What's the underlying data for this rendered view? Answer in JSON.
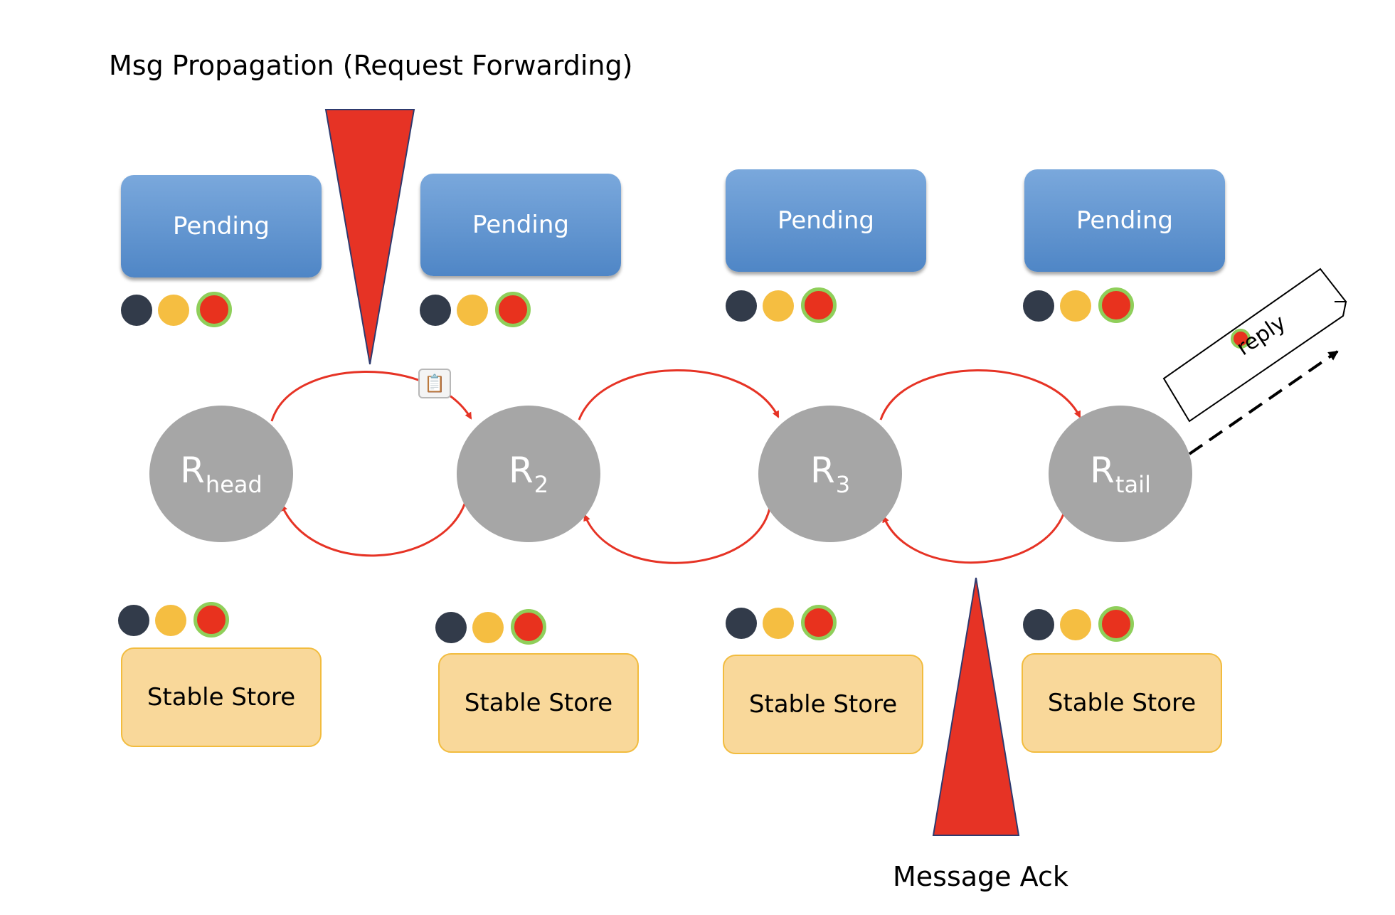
{
  "titles": {
    "propagation": "Msg Propagation (Request Forwarding)",
    "ack": "Message Ack"
  },
  "nodes": [
    {
      "base": "R",
      "sub": "head"
    },
    {
      "base": "R",
      "sub": "2"
    },
    {
      "base": "R",
      "sub": "3"
    },
    {
      "base": "R",
      "sub": "tail"
    }
  ],
  "pending_label": "Pending",
  "stable_label": "Stable Store",
  "reply_label": "reply",
  "icons": [
    "clipboard-icon"
  ],
  "colors": {
    "node": "#a6a6a6",
    "pending": "#5b8fcd",
    "stable": "#f9d89a",
    "arrow": "#e63325",
    "dot_dark": "#323b4a",
    "dot_yellow": "#f5be41",
    "dot_red": "#e8321e",
    "dot_ring": "#8fcf5a"
  }
}
